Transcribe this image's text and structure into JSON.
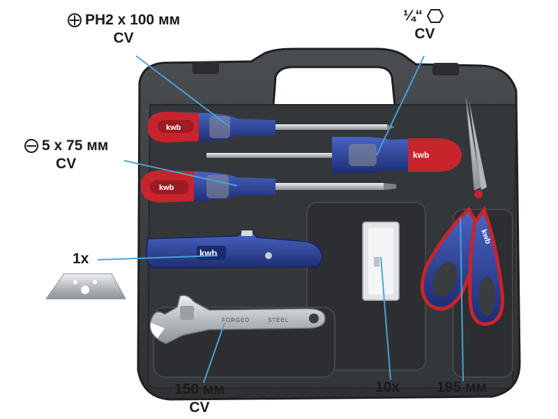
{
  "labels": {
    "phillips": {
      "spec": "PH2 x 100 мм",
      "material": "CV",
      "icon": "phillips-head-icon"
    },
    "hex_bit": {
      "spec": "¼“",
      "material": "CV",
      "icon": "hexagon-icon"
    },
    "slotted": {
      "spec": "5 x 75 мм",
      "material": "CV",
      "icon": "slotted-head-icon"
    },
    "knife": {
      "count": "1x"
    },
    "wrench": {
      "size": "150 мм",
      "material": "CV"
    },
    "blades": {
      "count": "10x"
    },
    "scissors": {
      "size": "195 мм"
    }
  },
  "brand": "kwb",
  "wrench_text": {
    "left": "FORGED",
    "right": "STEEL"
  },
  "colors": {
    "case": "#3a3d40",
    "case_dark": "#222426",
    "handle_blue": "#2b3f8f",
    "handle_red": "#c8242c",
    "handle_grey": "#8d9196",
    "steel": "#c9ccd0",
    "leader_line": "#4aa3d8"
  }
}
